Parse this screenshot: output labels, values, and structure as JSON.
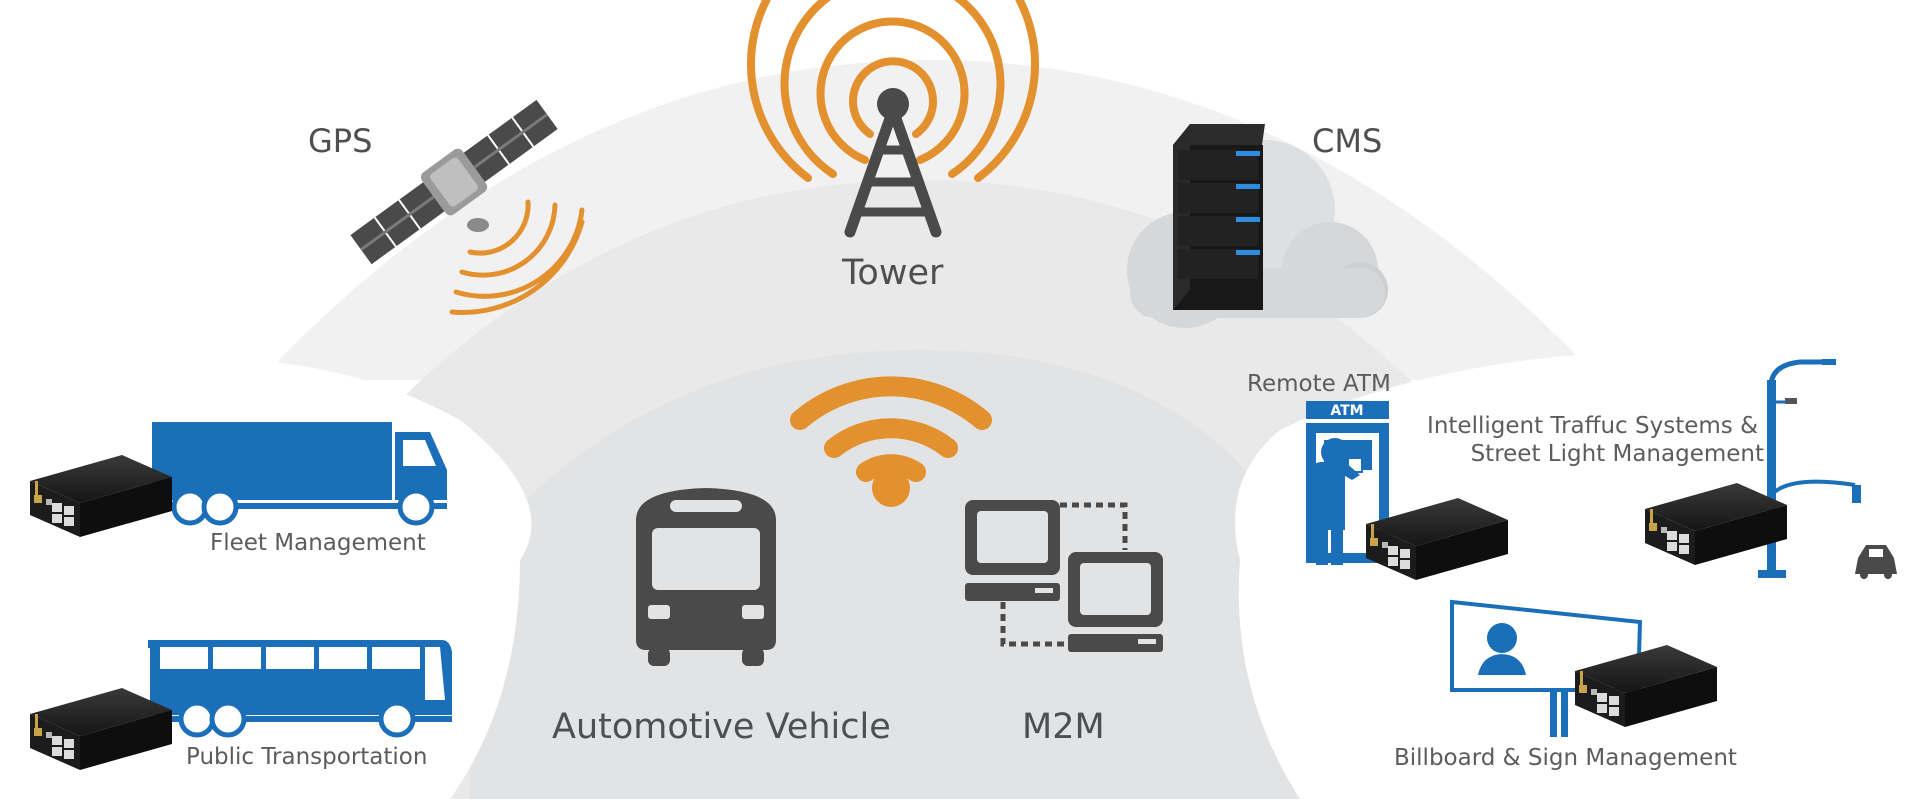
{
  "labels": {
    "gps": "GPS",
    "tower": "Tower",
    "cms": "CMS",
    "automotive_vehicle": "Automotive Vehicle",
    "m2m": "M2M",
    "fleet_management": "Fleet Management",
    "public_transportation": "Public Transportation",
    "remote_atm": "Remote ATM",
    "its_line1": "Intelligent Traffuc Systems &",
    "its_line2": "Street Light Management",
    "billboard": "Billboard & Sign Management"
  },
  "atm_sign": "ATM",
  "colors": {
    "accent_orange": "#e3902f",
    "brand_blue": "#1a6fb8",
    "icon_dark": "#4a4a4a",
    "arc_outer": "#f1f1f1",
    "arc_middle": "#e9e9e9",
    "arc_inner": "#e2e3e4"
  },
  "icons": {
    "satellite": "satellite-icon",
    "tower": "radio-tower-icon",
    "server": "server-cloud-icon",
    "wifi": "wifi-icon",
    "bus": "bus-front-icon",
    "computers": "networked-computers-icon",
    "truck": "truck-icon",
    "coach": "coach-bus-icon",
    "router": "router-device-icon",
    "atm": "atm-machine-icon",
    "streetlight": "street-light-icon",
    "car": "car-icon",
    "billboard": "billboard-icon"
  }
}
